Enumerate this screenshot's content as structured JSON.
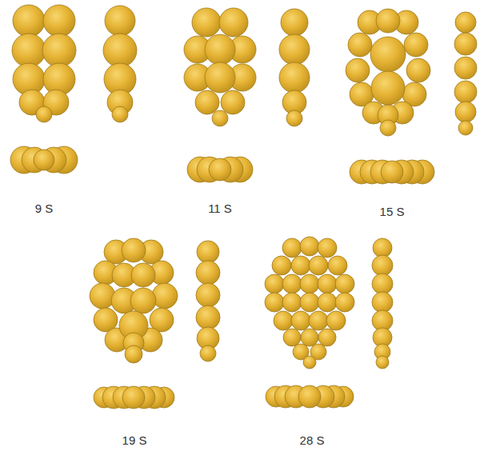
{
  "diagram": {
    "labels": [
      "9 S",
      "11 S",
      "15 S",
      "19 S",
      "28 S"
    ]
  }
}
